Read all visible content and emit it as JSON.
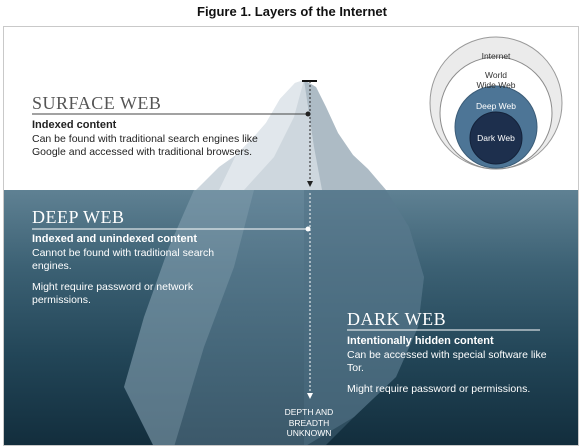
{
  "figure": {
    "title": "Figure 1. Layers of the Internet"
  },
  "layers": {
    "surface": {
      "heading": "SURFACE WEB",
      "subheading": "Indexed content",
      "description": "Can be found with traditional search engines like Google and accessed with traditional browsers."
    },
    "deep": {
      "heading": "DEEP WEB",
      "subheading": "Indexed and unindexed content",
      "description": "Cannot be found with traditional search engines.",
      "extra": "Might require password or network permissions."
    },
    "dark": {
      "heading": "DARK WEB",
      "subheading": "Intentionally hidden content",
      "description": "Can be accessed with special software like Tor.",
      "extra": "Might require password or permissions."
    }
  },
  "depth_label": "DEPTH AND BREADTH UNKNOWN",
  "nested_circles": {
    "internet": "Internet",
    "world_wide_web": "World Wide Web",
    "deep_web": "Deep Web",
    "dark_web": "Dark Web"
  },
  "colors": {
    "sea_top": "#5f8193",
    "sea_bottom": "#122d3c",
    "circle_internet": "#ebebeb",
    "circle_www": "#ffffff",
    "circle_deep": "#4d7596",
    "circle_dark": "#1d2f4d"
  }
}
